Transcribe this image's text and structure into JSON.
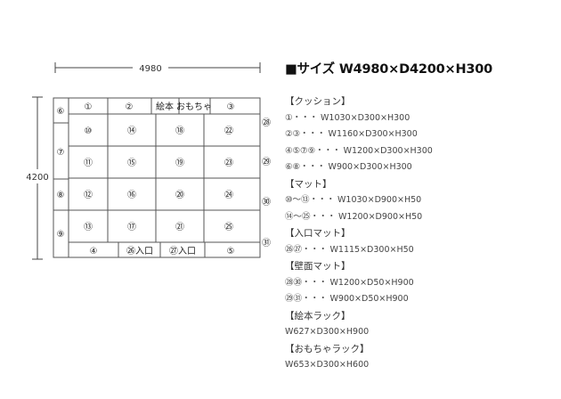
{
  "dimensions": {
    "width": "4980",
    "depth": "4200"
  },
  "title": "■サイズ W4980×D4200×H300",
  "cells": {
    "c6": "⑥",
    "c7": "⑦",
    "c8": "⑧",
    "c9": "⑨",
    "c1": "①",
    "c2": "②",
    "c3": "③",
    "c4": "④",
    "c5": "⑤",
    "ehon": "絵本",
    "omocha": "おもちゃ",
    "c10": "⑩",
    "c11": "⑪",
    "c12": "⑫",
    "c13": "⑬",
    "c14": "⑭",
    "c15": "⑮",
    "c16": "⑯",
    "c17": "⑰",
    "c18": "⑱",
    "c19": "⑲",
    "c20": "⑳",
    "c21": "㉑",
    "c22": "㉒",
    "c23": "㉓",
    "c24": "㉔",
    "c25": "㉕",
    "c26": "㉖入口",
    "c27": "㉗入口",
    "c28": "㉘",
    "c29": "㉙",
    "c30": "㉚",
    "c31": "㉛"
  },
  "spec": [
    {
      "heading": "【クッション】",
      "lines": [
        "①・・・ W1030×D300×H300",
        "②③・・・ W1160×D300×H300",
        "④⑤⑦⑨・・・ W1200×D300×H300",
        "⑥⑧・・・ W900×D300×H300"
      ]
    },
    {
      "heading": "【マット】",
      "lines": [
        "⑩〜⑬・・・ W1030×D900×H50",
        "⑭〜㉕・・・ W1200×D900×H50"
      ]
    },
    {
      "heading": "【入口マット】",
      "lines": [
        "㉖㉗・・・ W1115×D300×H50"
      ]
    },
    {
      "heading": "【壁面マット】",
      "lines": [
        "㉘㉚・・・ W1200×D50×H900",
        "㉙㉛・・・ W900×D50×H900"
      ]
    },
    {
      "heading": "【絵本ラック】",
      "lines": [
        "W627×D300×H900"
      ]
    },
    {
      "heading": "【おもちゃラック】",
      "lines": [
        "W653×D300×H600"
      ]
    }
  ]
}
